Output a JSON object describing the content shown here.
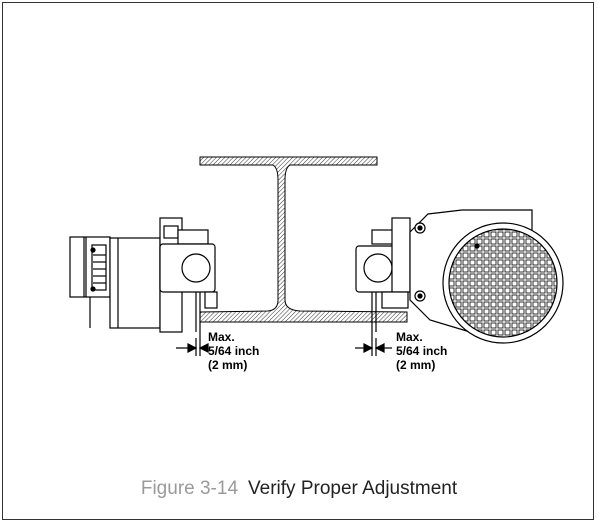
{
  "callouts": {
    "left": {
      "line1": "Max.",
      "line2": "5/64 inch",
      "line3": "(2 mm)"
    },
    "right": {
      "line1": "Max.",
      "line2": "5/64 inch",
      "line3": "(2 mm)"
    }
  },
  "caption": {
    "number": "Figure 3-14",
    "title": "Verify Proper Adjustment"
  },
  "colors": {
    "line": "#000000",
    "caption_number": "#9a9a9a",
    "caption_title": "#222222"
  }
}
